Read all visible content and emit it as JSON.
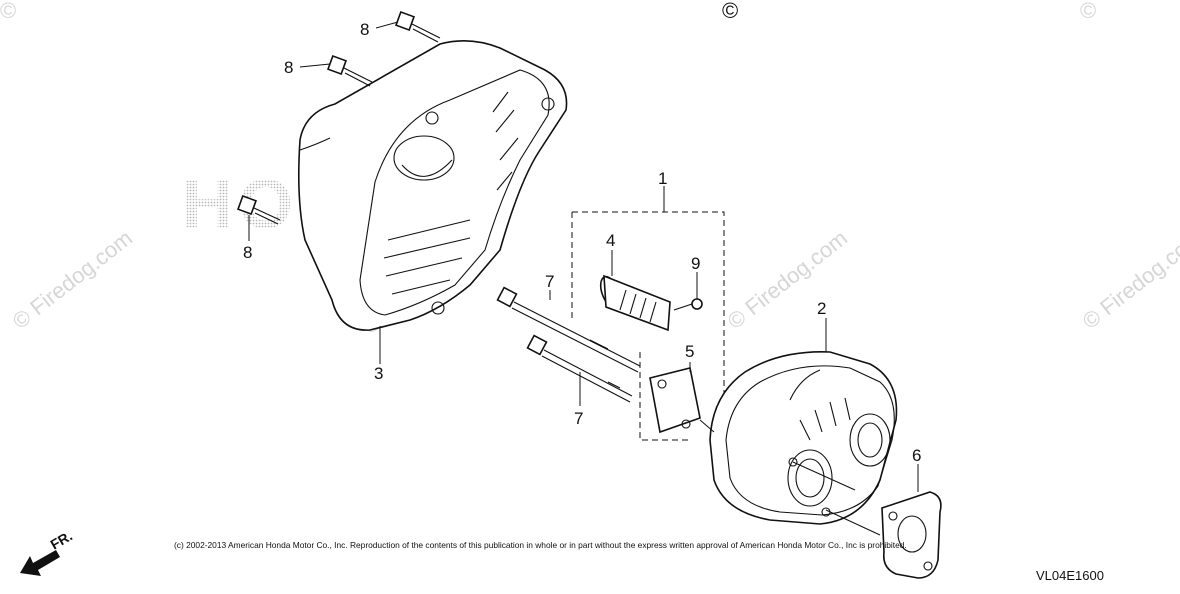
{
  "watermark": {
    "site": "© Firedog.com",
    "brand": "HONDA",
    "glyph": "©"
  },
  "callouts": {
    "n1": "1",
    "n2": "2",
    "n3": "3",
    "n4": "4",
    "n5": "5",
    "n6": "6",
    "n7a": "7",
    "n7b": "7",
    "n8a": "8",
    "n8b": "8",
    "n8c": "8",
    "n9": "9"
  },
  "direction": {
    "label": "FR."
  },
  "copyright": "(c) 2002-2013 American Honda Motor Co., Inc. Reproduction of the contents of this publication in whole or in part without the express written approval of American Honda Motor Co., Inc is prohibited.",
  "diagram_code": "VL04E1600",
  "colors": {
    "line": "#111111",
    "watermark": "#d6d6d6",
    "brand_dots": "#b8b8b8"
  }
}
